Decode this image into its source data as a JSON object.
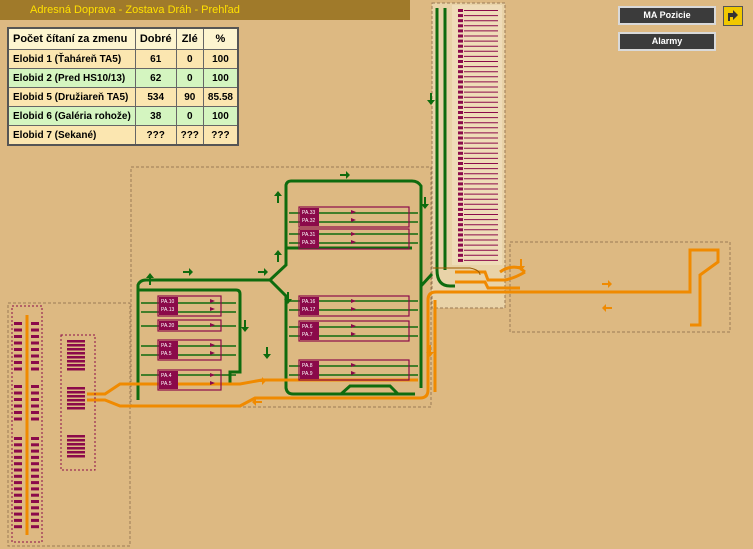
{
  "window": {
    "title": "Adresná Doprava - Zostava Dráh - Prehľad"
  },
  "buttons": {
    "ma_pozicie": "MA Pozicie",
    "alarmy": "Alarmy"
  },
  "table": {
    "headers": [
      "Počet čítaní za zmenu",
      "Dobré",
      "Zlé",
      "%"
    ],
    "rows": [
      [
        "Elobid 1 (Ťaháreň TA5)",
        "61",
        "0",
        "100"
      ],
      [
        "Elobid 2 (Pred HS10/13)",
        "62",
        "0",
        "100"
      ],
      [
        "Elobid 5 (Družiareň TA5)",
        "534",
        "90",
        "85.58"
      ],
      [
        "Elobid 6 (Galéria rohože)",
        "38",
        "0",
        "100"
      ],
      [
        "Elobid 7 (Sekané)",
        "???",
        "???",
        "???"
      ]
    ]
  },
  "machines": {
    "left": [
      "PA.10",
      "PA.13",
      "PA.20",
      "PA.2",
      "PA.5",
      "PA.4",
      "PA.5"
    ],
    "mid_top": [
      "PA.33",
      "PA.32",
      "PA.31",
      "PA.30"
    ],
    "mid_bottom": [
      "PA.16",
      "PA.17",
      "PA.6",
      "PA.7",
      "PA.8",
      "PA.9"
    ]
  },
  "colors": {
    "green_track": "#0e6b0e",
    "orange_track": "#f08a00",
    "machine": "#8b0a4a"
  }
}
